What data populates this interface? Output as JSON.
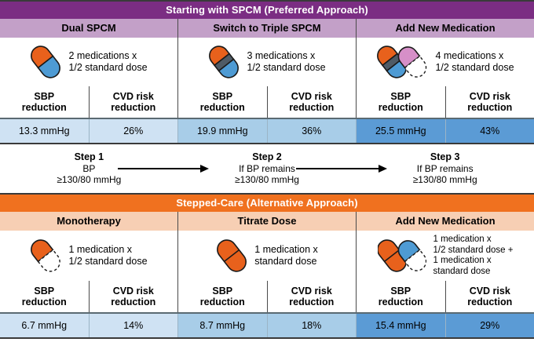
{
  "sections": {
    "top": {
      "band_title": "Starting with SPCM (Preferred Approach)",
      "band_color": "#7B2D83",
      "subband_color": "#C3A0C8",
      "columns": [
        {
          "title": "Dual SPCM",
          "pill_icon": "capsule-orange-blue",
          "description_lines": [
            "2 medications x",
            "1/2 standard dose"
          ],
          "metrics": [
            {
              "label_lines": [
                "SBP",
                "reduction"
              ],
              "value": "13.3 mmHg",
              "shade": "#CFE2F3"
            },
            {
              "label_lines": [
                "CVD risk",
                "reduction"
              ],
              "value": "26%",
              "shade": "#CFE2F3"
            }
          ]
        },
        {
          "title": "Switch to Triple SPCM",
          "pill_icon": "capsule-orange-gray-blue",
          "description_lines": [
            "3 medications x",
            "1/2 standard dose"
          ],
          "metrics": [
            {
              "label_lines": [
                "SBP",
                "reduction"
              ],
              "value": "19.9 mmHg",
              "shade": "#A8CDE8"
            },
            {
              "label_lines": [
                "CVD risk",
                "reduction"
              ],
              "value": "36%",
              "shade": "#A8CDE8"
            }
          ]
        },
        {
          "title": "Add New Medication",
          "pill_icon": "capsule-triple-plus-half-pink",
          "description_lines": [
            "4 medications x",
            "1/2 standard dose"
          ],
          "metrics": [
            {
              "label_lines": [
                "SBP",
                "reduction"
              ],
              "value": "25.5 mmHg",
              "shade": "#5B9BD5"
            },
            {
              "label_lines": [
                "CVD risk",
                "reduction"
              ],
              "value": "43%",
              "shade": "#5B9BD5"
            }
          ]
        }
      ]
    },
    "steps": [
      {
        "title": "Step 1",
        "lines": [
          "BP",
          "≥130/80 mmHg"
        ]
      },
      {
        "title": "Step 2",
        "lines": [
          "If BP remains",
          "≥130/80 mmHg"
        ]
      },
      {
        "title": "Step 3",
        "lines": [
          "If BP remains",
          "≥130/80 mmHg"
        ]
      }
    ],
    "bottom": {
      "band_title": "Stepped-Care (Alternative Approach)",
      "band_color": "#F0711F",
      "subband_color": "#F7CFB4",
      "columns": [
        {
          "title": "Monotherapy",
          "pill_icon": "capsule-half-orange-dashed",
          "description_lines": [
            "1 medication x",
            "1/2 standard dose"
          ],
          "metrics": [
            {
              "label_lines": [
                "SBP",
                "reduction"
              ],
              "value": "6.7 mmHg",
              "shade": "#CFE2F3"
            },
            {
              "label_lines": [
                "CVD risk",
                "reduction"
              ],
              "value": "14%",
              "shade": "#CFE2F3"
            }
          ]
        },
        {
          "title": "Titrate Dose",
          "pill_icon": "capsule-full-orange",
          "description_lines": [
            "1 medication x",
            "standard dose"
          ],
          "metrics": [
            {
              "label_lines": [
                "SBP",
                "reduction"
              ],
              "value": "8.7 mmHg",
              "shade": "#A8CDE8"
            },
            {
              "label_lines": [
                "CVD risk",
                "reduction"
              ],
              "value": "18%",
              "shade": "#A8CDE8"
            }
          ]
        },
        {
          "title": "Add New Medication",
          "pill_icon": "capsule-full-orange-plus-half-blue-dashed",
          "description_lines": [
            "1 medication x",
            "1/2 standard dose +",
            "1 medication x",
            "standard dose"
          ],
          "metrics": [
            {
              "label_lines": [
                "SBP",
                "reduction"
              ],
              "value": "15.4 mmHg",
              "shade": "#5B9BD5"
            },
            {
              "label_lines": [
                "CVD risk",
                "reduction"
              ],
              "value": "29%",
              "shade": "#5B9BD5"
            }
          ]
        }
      ]
    }
  },
  "palette": {
    "orange_pill": "#E8611C",
    "blue_pill": "#4E9BD4",
    "gray_pill": "#4F5B66",
    "pink_pill": "#D68FC8",
    "outline": "#1a1a1a"
  }
}
